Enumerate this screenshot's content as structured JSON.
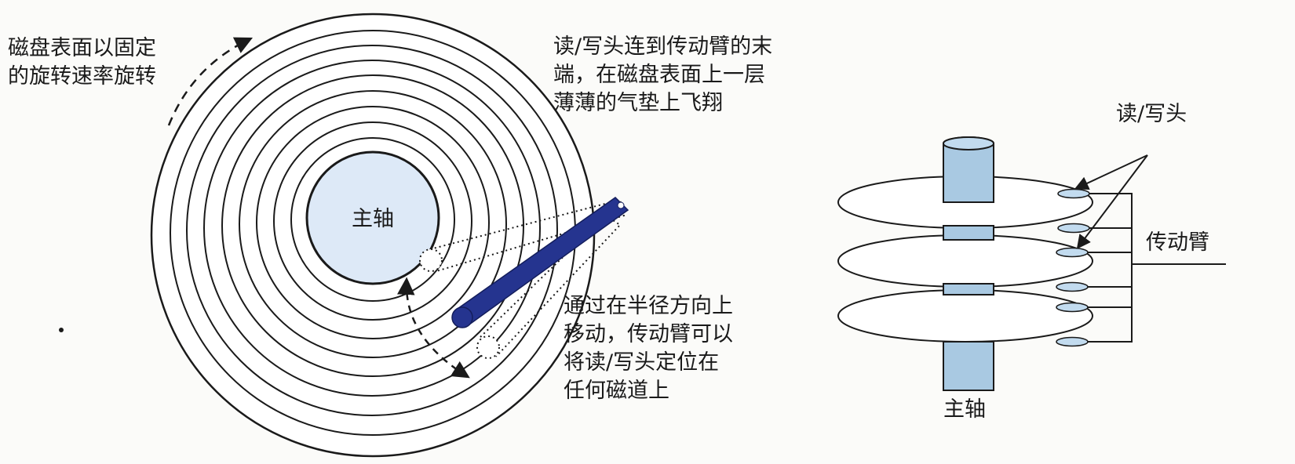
{
  "annotations": {
    "rotation": [
      "磁盘表面以固定",
      "的旋转速率旋转"
    ],
    "head_flight": [
      "读/写头连到传动臂的末",
      "端，在磁盘表面上一层",
      "薄薄的气垫上飞翔"
    ],
    "radial_move": [
      "通过在半径方向上",
      "移动，传动臂可以",
      "将读/写头定位在",
      "任何磁道上"
    ]
  },
  "top_view": {
    "spindle_label": "主轴"
  },
  "side_view": {
    "head_label": "读/写头",
    "arm_label": "传动臂",
    "spindle_label": "主轴"
  },
  "colors": {
    "platter_ring": "#1a1a1a",
    "spindle_fill": "#dde9f7",
    "arm": "#25348f",
    "spindle_side": "#a9c9e2",
    "head_fill": "#c2dbef"
  }
}
